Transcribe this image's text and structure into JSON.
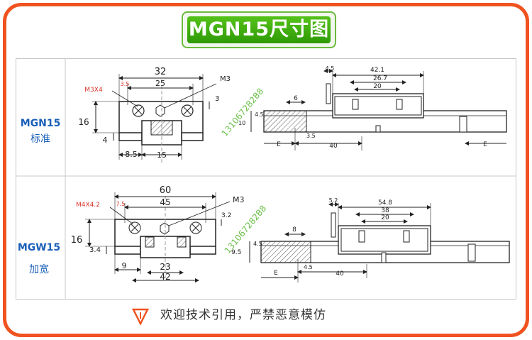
{
  "title": "MGN15尺寸图",
  "watermark": "13106728288",
  "rows": [
    {
      "model": "MGN15",
      "type_label": "标准",
      "front": {
        "m_left": "M3X4",
        "m_right": "M3",
        "w_top": "32",
        "w_inner": "25",
        "w_small": "3.5",
        "h_total": "16",
        "h_base": "4",
        "h_right": "3",
        "b_left": "8.5",
        "b_width": "15"
      },
      "side": {
        "d_top1": "4.5",
        "d_len": "42.1",
        "d_inner": "26.7",
        "d_hole": "20",
        "d_pitch_top": "6",
        "h1": "4.5",
        "h2": "10",
        "d_small": "3.5",
        "e_left": "E",
        "d_40": "40",
        "e_right": "E"
      }
    },
    {
      "model": "MGW15",
      "type_label": "加宽",
      "front": {
        "m_left": "M4X4.2",
        "m_right": "M3",
        "w_top": "60",
        "w_inner": "45",
        "w_small": "7.5",
        "h_total": "16",
        "h_base": "3.4",
        "h_right": "3.2",
        "b_left": "9",
        "b_center": "23",
        "b_width": "42"
      },
      "side": {
        "d_top1": "5.2",
        "d_len": "54.8",
        "d_inner": "38",
        "d_hole": "20",
        "d_pitch_top": "8",
        "h1": "4.5",
        "h2": "9.5",
        "d_small": "4.5",
        "e_left": "E",
        "d_40": "40"
      }
    }
  ],
  "footer": "欢迎技术引用，严禁恶意模仿",
  "colors": {
    "border": "#f0531f",
    "title_green": "#3aaa0c",
    "dim_red": "#d9342b",
    "label_blue": "#1a5fb8",
    "watermark": "#6cc04a"
  }
}
